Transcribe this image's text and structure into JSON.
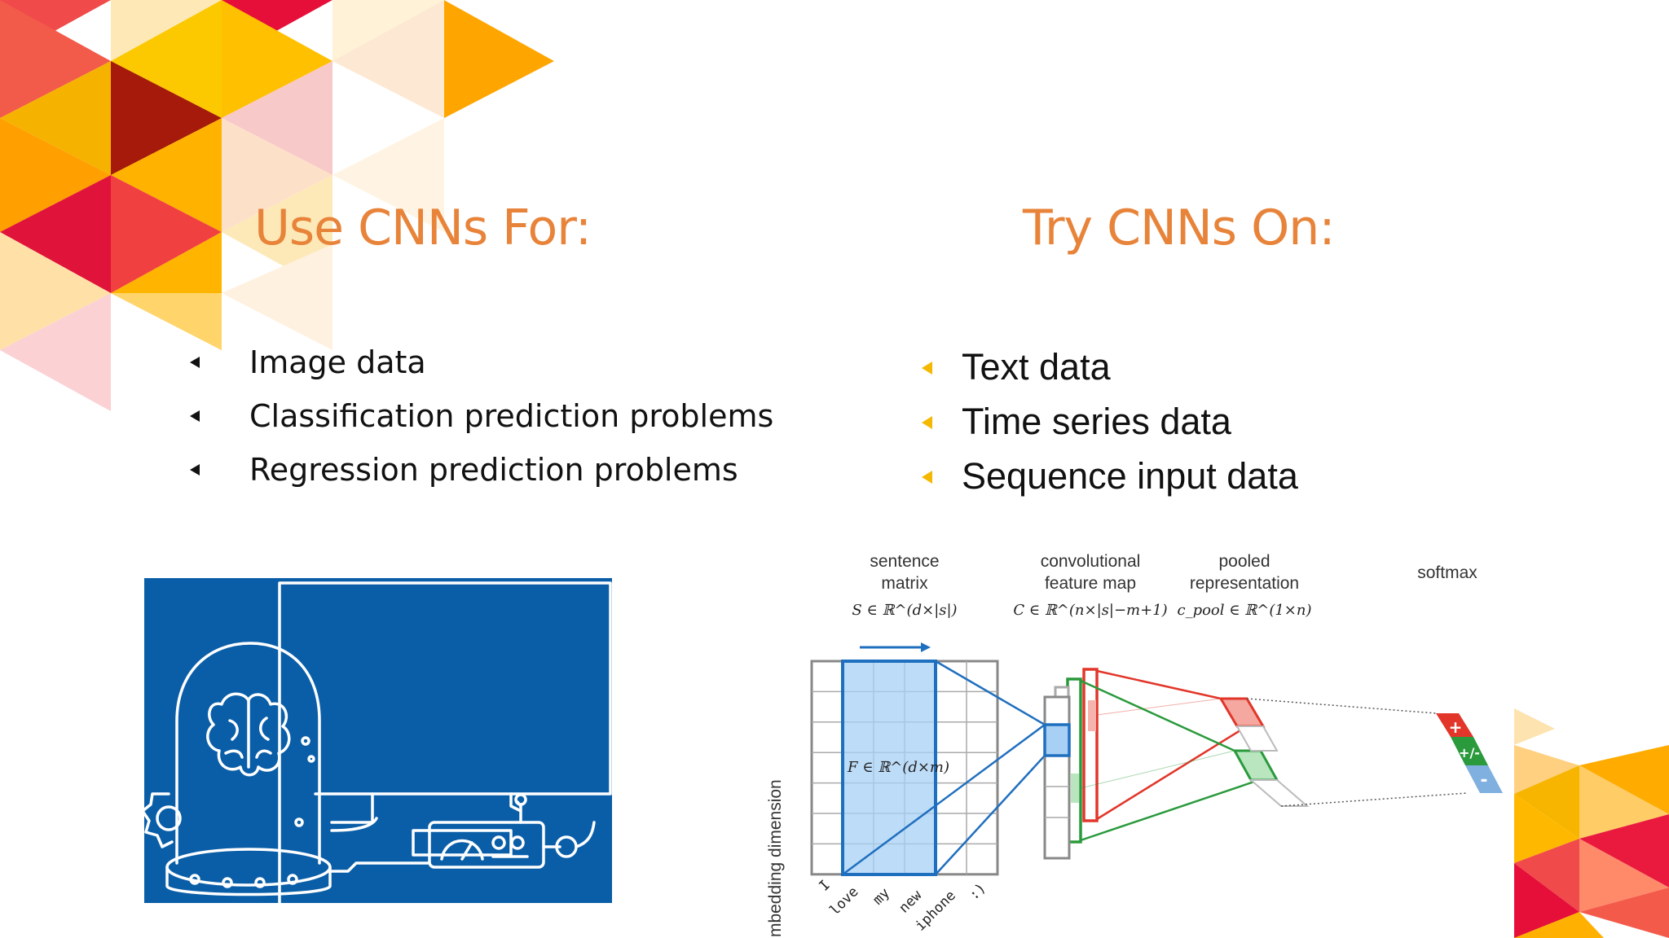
{
  "slide": {
    "left_title": "Use CNNs For:",
    "right_title": "Try CNNs On:",
    "left_bullets": [
      "Image data",
      "Classification prediction problems",
      "Regression prediction problems"
    ],
    "right_bullets": [
      "Text data",
      "Time series data",
      "Sequence input data"
    ]
  },
  "diagram": {
    "labels": {
      "sentence_matrix": [
        "sentence",
        "matrix"
      ],
      "feature_map": [
        "convolutional",
        "feature map"
      ],
      "pooled": [
        "pooled",
        "representation"
      ],
      "softmax": "softmax",
      "embedding_dimension": "embedding dimension"
    },
    "math": {
      "sentence": "S ∈ ℝ^(d×|s|)",
      "feature": "C ∈ ℝ^(n×|s|−m+1)",
      "pooled": "c_pool ∈ ℝ^(1×n)",
      "filter": "F ∈ ℝ^(d×m)"
    },
    "words": [
      "I",
      "love",
      "my",
      "new",
      "iphone",
      ":)"
    ],
    "softmax_signs": [
      "+",
      "+/-",
      "-"
    ]
  },
  "colors": {
    "title": "#e8833a",
    "right_bullet": "#f5b800",
    "illustration_bg": "#0a5ea8",
    "diagram_blue": "#1f6fbf",
    "diagram_red": "#e2362a",
    "diagram_green": "#2a9a3c"
  }
}
